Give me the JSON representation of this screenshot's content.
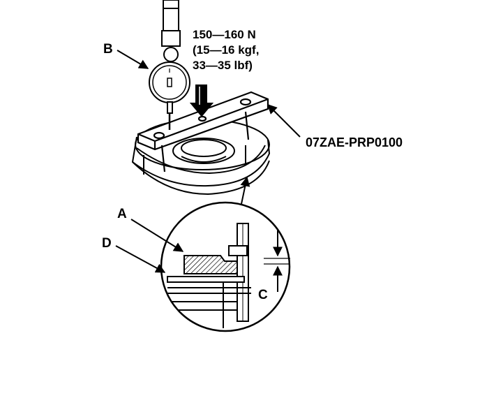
{
  "labels": {
    "b": "B",
    "a": "A",
    "d": "D",
    "c": "C",
    "tool": "07ZAE-PRP0100",
    "force_line1": "150—160 N",
    "force_line2": "(15—16 kgf,",
    "force_line3": "33—35 lbf)"
  }
}
